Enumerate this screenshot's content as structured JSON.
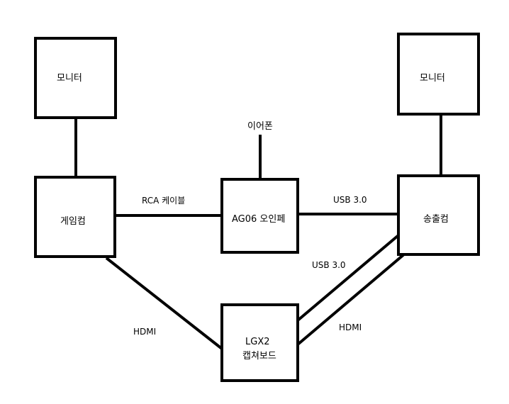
{
  "nodes": {
    "monitor_left": "모니터",
    "monitor_right": "모니터",
    "gaming_pc": "게임컴",
    "streaming_pc": "송출컴",
    "ag06_interface": "AG06 오인페",
    "earphone": "이어폰",
    "lgx2_line1": "LGX2",
    "lgx2_line2": "캡쳐보드"
  },
  "edges": {
    "rca_cable": "RCA 케이블",
    "usb_ag06_stream": "USB 3.0",
    "usb_lgx2_stream": "USB 3.0",
    "hdmi_game_lgx2": "HDMI",
    "hdmi_lgx2_stream": "HDMI"
  }
}
